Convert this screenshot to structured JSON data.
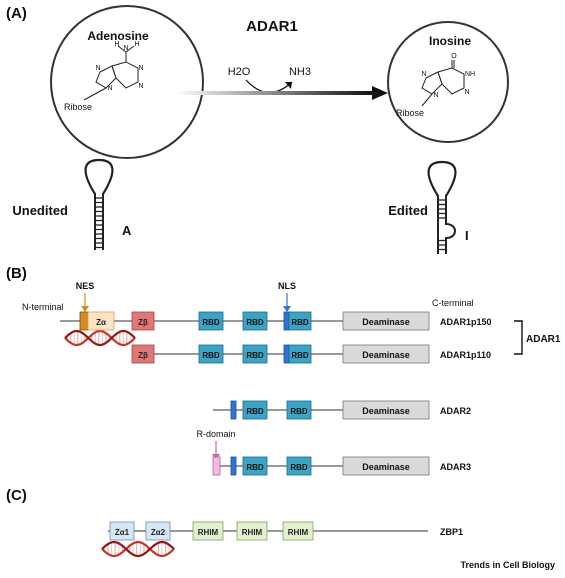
{
  "panel_a": {
    "label": "(A)",
    "enzyme": "ADAR1",
    "left_molecule": {
      "name": "Adenosine",
      "ribose": "Ribose",
      "h": "H",
      "n": "N"
    },
    "right_molecule": {
      "name": "Inosine",
      "ribose": "Ribose",
      "o": "O",
      "nh": "NH",
      "n": "N"
    },
    "reactant": "H2O",
    "product": "NH3",
    "left_hairpin": {
      "state": "Unedited",
      "base": "A"
    },
    "right_hairpin": {
      "state": "Edited",
      "base": "I"
    }
  },
  "panel_b": {
    "label": "(B)",
    "n_terminal": "N-terminal",
    "c_terminal": "C-terminal",
    "nes": "NES",
    "nls": "NLS",
    "r_domain": "R-domain",
    "group_label": "ADAR1",
    "domains": {
      "za": "Zα",
      "zb": "Zβ",
      "rbd": "RBD",
      "deaminase": "Deaminase"
    },
    "proteins": [
      "ADAR1p150",
      "ADAR1p110",
      "ADAR2",
      "ADAR3"
    ],
    "colors": {
      "zb": "#e07676",
      "rbd": "#3aa3c6",
      "deaminase": "#d9d9d9",
      "nes": "#d58b1e",
      "nls": "#2f74d0",
      "rdomain": "#f4b8e2",
      "za": "#fbe3c4"
    }
  },
  "panel_c": {
    "label": "(C)",
    "domains": {
      "za1": "Zα1",
      "za2": "Zα2",
      "rhim": "RHIM"
    },
    "protein": "ZBP1",
    "colors": {
      "za": "#d7e6f3",
      "rhim": "#e2f0d2"
    }
  },
  "credit": "Trends in Cell Biology"
}
